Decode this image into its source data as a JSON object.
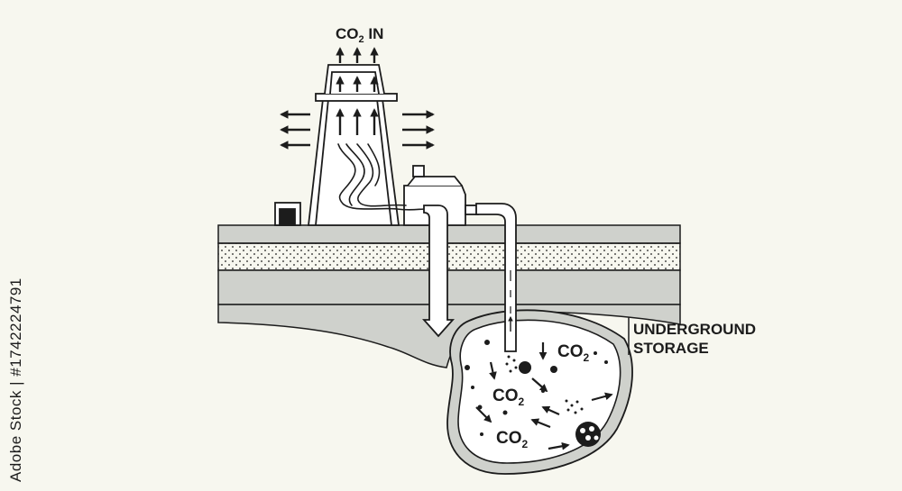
{
  "labels": {
    "co2_in": "CO",
    "co2_in_sub": "2",
    "co2_in_suffix": " IN",
    "underground_line1": "UNDERGROUND",
    "underground_line2": "STORAGE",
    "co2": "CO",
    "co2_sub": "2"
  },
  "watermark": "Adobe Stock | #1742224791",
  "colors": {
    "background": "#f7f7ef",
    "line": "#1c1c1c",
    "layer_gray": "#cfd1cc",
    "white": "#ffffff"
  }
}
